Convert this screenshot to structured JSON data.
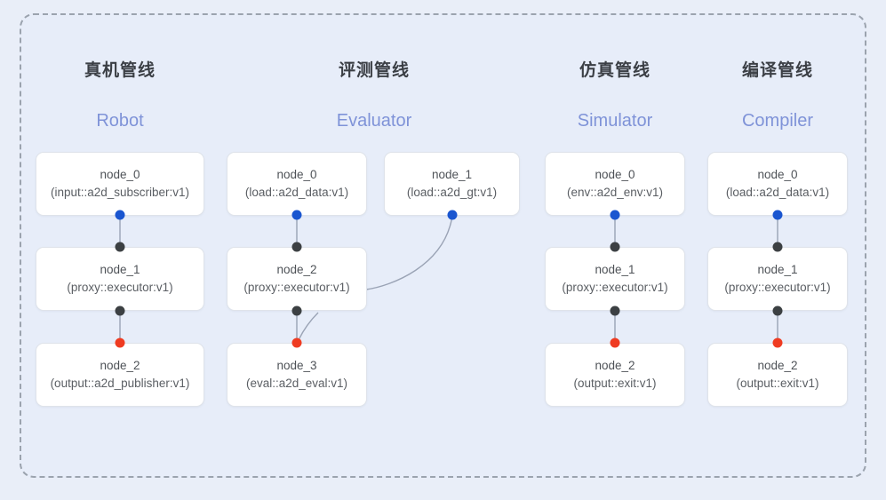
{
  "diagram": {
    "background_color": "#e9eef8",
    "frame_border_color": "#9ba3ae",
    "title_color": "#3b3f45",
    "subtitle_color": "#7f93d8",
    "dot_colors": {
      "input": "#1a56d0",
      "middle": "#3c4043",
      "output": "#ef3b21"
    },
    "columns": [
      {
        "title": "真机管线",
        "subtitle": "Robot",
        "nodes": [
          {
            "name": "node_0",
            "spec": "(input::a2d_subscriber:v1)"
          },
          {
            "name": "node_1",
            "spec": "(proxy::executor:v1)"
          },
          {
            "name": "node_2",
            "spec": "(output::a2d_publisher:v1)"
          }
        ]
      },
      {
        "title": "评测管线",
        "subtitle": "Evaluator",
        "nodes": [
          {
            "name": "node_0",
            "spec": "(load::a2d_data:v1)"
          },
          {
            "name": "node_1",
            "spec": "(load::a2d_gt:v1)"
          },
          {
            "name": "node_2",
            "spec": "(proxy::executor:v1)"
          },
          {
            "name": "node_3",
            "spec": "(eval::a2d_eval:v1)"
          }
        ]
      },
      {
        "title": "仿真管线",
        "subtitle": "Simulator",
        "nodes": [
          {
            "name": "node_0",
            "spec": "(env::a2d_env:v1)"
          },
          {
            "name": "node_1",
            "spec": "(proxy::executor:v1)"
          },
          {
            "name": "node_2",
            "spec": "(output::exit:v1)"
          }
        ]
      },
      {
        "title": "编译管线",
        "subtitle": "Compiler",
        "nodes": [
          {
            "name": "node_0",
            "spec": "(load::a2d_data:v1)"
          },
          {
            "name": "node_1",
            "spec": "(proxy::executor:v1)"
          },
          {
            "name": "node_2",
            "spec": "(output::exit:v1)"
          }
        ]
      }
    ]
  }
}
